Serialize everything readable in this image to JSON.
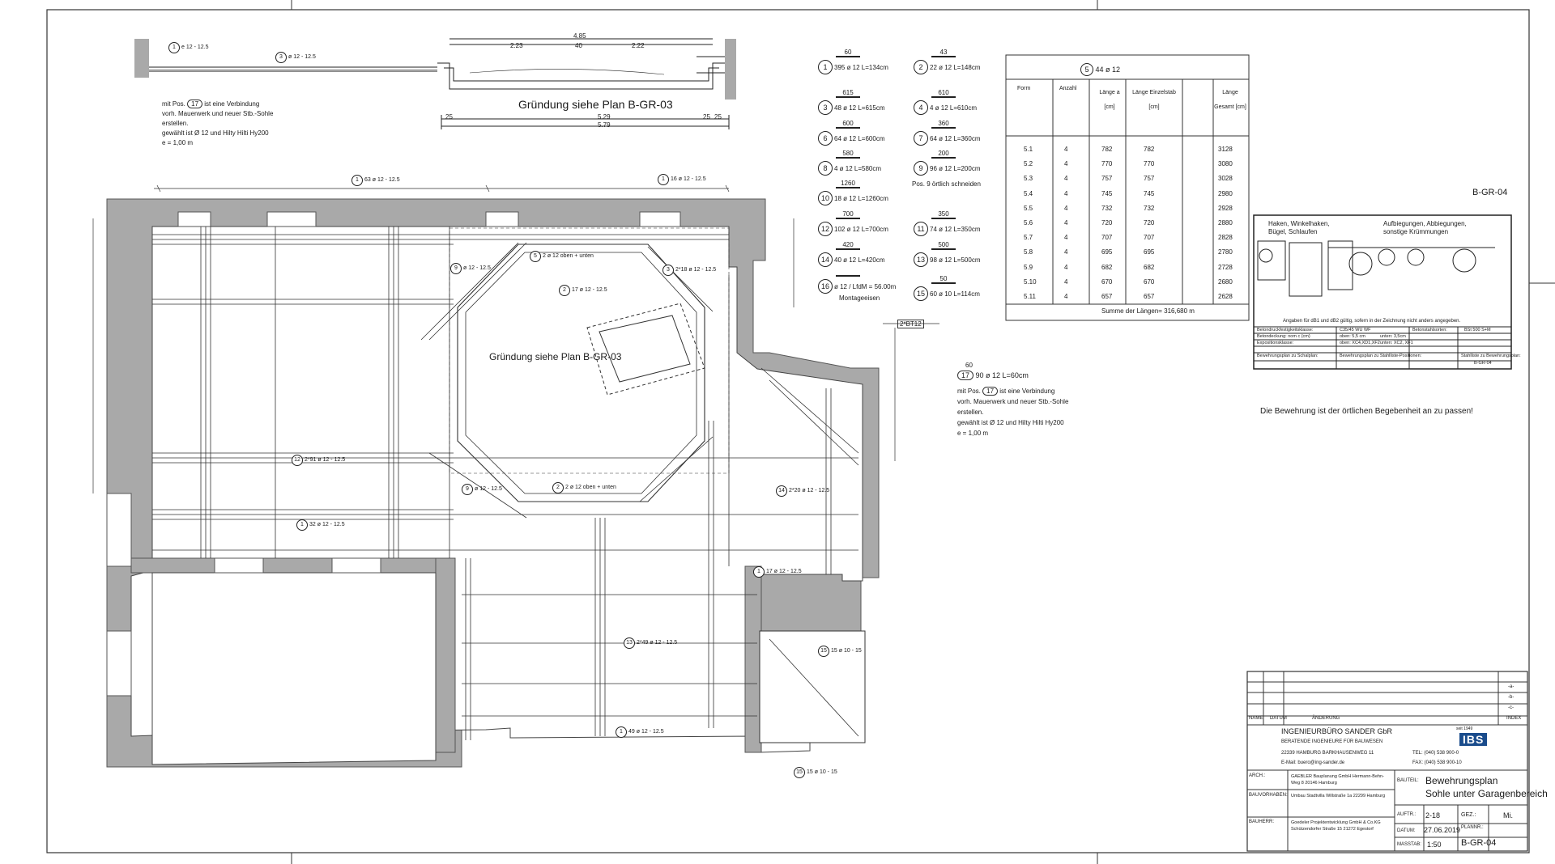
{
  "drawing": {
    "top_label": "Gründung siehe Plan B-GR-03",
    "center_label": "Gründung siehe Plan B-GR-03",
    "sheet_code": "B-GR-04",
    "notice": "Die Bewehrung ist der örtlichen Begebenheit an zu passen!"
  },
  "note_left": {
    "line1": "mit Pos.",
    "pos": "17",
    "line1b": "ist eine Verbindung",
    "line2": "vorh. Mauerwerk und neuer Stb.-Sohle",
    "line3": "erstellen.",
    "line4": "gewählt ist Ø 12  und Hilty Hilti Hy200",
    "line5": "e = 1,00 m"
  },
  "note_right": {
    "head_dim": "60",
    "pos": "17",
    "head": "90 ø 12 L=60cm",
    "line1": "mit Pos.",
    "line1b": "ist eine Verbindung",
    "line2": "vorh. Mauerwerk und neuer Stb.-Sohle",
    "line3": "erstellen.",
    "line4": "gewählt ist Ø 12  und Hilty Hilti Hy200",
    "line5": "e = 1,00 m"
  },
  "top_dims": {
    "d1": "4.85",
    "d2": "2.23",
    "d3": "40",
    "d4": "2.22",
    "d5": "5.29",
    "d6": "5.79",
    "d7": "25",
    "d8": "25",
    "d9": "25"
  },
  "positions": [
    {
      "dim": "60",
      "pos": "1",
      "text": "395 ø 12 L=134cm"
    },
    {
      "dim": "43",
      "pos": "2",
      "text": "22 ø 12 L=148cm"
    },
    {
      "dim": "615",
      "pos": "3",
      "text": "48 ø 12 L=615cm"
    },
    {
      "dim": "610",
      "pos": "4",
      "text": "4 ø 12 L=610cm"
    },
    {
      "dim": "600",
      "pos": "6",
      "text": "64 ø 12 L=600cm"
    },
    {
      "dim": "360",
      "pos": "7",
      "text": "64 ø 12 L=360cm"
    },
    {
      "dim": "580",
      "pos": "8",
      "text": "4 ø 12 L=580cm"
    },
    {
      "dim": "200",
      "pos": "9",
      "text": "96 ø 12 L=200cm"
    },
    {
      "dim": "1260",
      "pos": "10",
      "text": "18 ø 12 L=1260cm"
    },
    {
      "dim": "700",
      "pos": "12",
      "text": "102 ø 12 L=700cm"
    },
    {
      "dim": "350",
      "pos": "11",
      "text": "74 ø 12 L=350cm"
    },
    {
      "dim": "420",
      "pos": "14",
      "text": "40 ø 12 L=420cm"
    },
    {
      "dim": "500",
      "pos": "13",
      "text": "98 ø 12 L=500cm"
    },
    {
      "dim": "",
      "pos": "16",
      "text": "ø 12 / LfdM = 56.00m"
    },
    {
      "dim": "50",
      "pos": "15",
      "text": "60 ø 10 L=114cm"
    }
  ],
  "pos9_note": "Pos. 9 örtlich schneiden",
  "montage": "Montageeisen",
  "bt12": "2*BT12",
  "pos5_table": {
    "pos": "5",
    "header_text": "44 ø 12",
    "columns": [
      "Form",
      "Anzahl",
      "Länge a [cm]",
      "Länge Einzelstab [cm]",
      "Länge Gesamt [cm]"
    ],
    "rows": [
      [
        "5.1",
        "4",
        "782",
        "782",
        "3128"
      ],
      [
        "5.2",
        "4",
        "770",
        "770",
        "3080"
      ],
      [
        "5.3",
        "4",
        "757",
        "757",
        "3028"
      ],
      [
        "5.4",
        "4",
        "745",
        "745",
        "2980"
      ],
      [
        "5.5",
        "4",
        "732",
        "732",
        "2928"
      ],
      [
        "5.6",
        "4",
        "720",
        "720",
        "2880"
      ],
      [
        "5.7",
        "4",
        "707",
        "707",
        "2828"
      ],
      [
        "5.8",
        "4",
        "695",
        "695",
        "2780"
      ],
      [
        "5.9",
        "4",
        "682",
        "682",
        "2728"
      ],
      [
        "5.10",
        "4",
        "670",
        "670",
        "2680"
      ],
      [
        "5.11",
        "4",
        "657",
        "657",
        "2628"
      ]
    ],
    "sum": "Summe der Längen= 316,680 m"
  },
  "legend_box": {
    "title_left": "Haken, Winkelhaken, Bügel, Schlaufen",
    "title_right": "Aufbiegungen, Abbiegungen, sonstige Krümmungen",
    "note": "Angaben für dB1 und dB2 gültig, sofern in der Zeichnung nicht anders angegeben.",
    "r1": "Betondruckfestigkeitsklasse:",
    "r1v": "C35/45 WU  WF",
    "r1c": "Betonstahlsorten:",
    "r1d": "BSt 500 S+M",
    "r2": "Betondeckung: nom c (cm)",
    "r2v": "oben: 5,5 cm",
    "r2c": "unten: 3,5cm",
    "r3": "Expositionsklasse:",
    "r3v": "oben: XC4,XD1,XF2",
    "r3c": "unten: XC2, XF1",
    "r4": "Bewehrungsplan zu Schalplan:",
    "r4v": "Bewehrungsplan zu Stahlliste-Positionen:",
    "r4c": "Stahlliste zu Bewehrungsplan:",
    "r4d": "B-GR-04"
  },
  "title_block": {
    "change_cols": [
      "NAME",
      "DATUM",
      "ÄNDERUNG",
      "INDEX"
    ],
    "index_vals": [
      "-a-",
      "-b-",
      "-c-"
    ],
    "company": "INGENIEURBÜRO SANDER GbR",
    "subtitle": "BERATENDE INGENIEURE FÜR BAUWESEN",
    "address": "22339 HAMBURG BARKHAUSENWEG 11",
    "email": "E-Mail: buero@ing-sander.de",
    "tel": "TEL: (040) 538 900-0",
    "fax": "FAX: (040) 538 900-10",
    "logo": "IBS",
    "logo_small": "seit 1949",
    "arch_label": "ARCH.:",
    "arch": "GAEBLER Bauplanung GmbH  Hermann-Behn-Weg 8  20146 Hamburg",
    "bv_label": "BAUVORHABEN:",
    "bv": "Umbau Stadtvilla  Willstraße 1a  22299 Hamburg",
    "bh_label": "BAUHERR:",
    "bh": "Goedeler Projektentwicklung GmbH & Co.KG  Schützendorfer Straße 15  21272 Egestorf",
    "bauteil_label": "BAUTEIL:",
    "bauteil1": "Bewehrungsplan",
    "bauteil2": "Sohle unter Garagenbereich",
    "auftr_label": "AUFTR.:",
    "auftr": "2-18",
    "gez_label": "GEZ.:",
    "gez": "Mi.",
    "datum_label": "DATUM:",
    "datum": "27.06.2019",
    "plannr_label": "PLANNR.:",
    "plannr": "B-GR-04",
    "massstab_label": "MASSTAB:",
    "massstab": "1:50"
  },
  "plan_labels": [
    {
      "pos": "1",
      "t": "e 12 - 12.5"
    },
    {
      "pos": "3",
      "t": "ø 12 - 12.5"
    },
    {
      "pos": "1",
      "t": "63 ø 12 - 12.5"
    },
    {
      "pos": "12",
      "t": "2*91 ø 12 - 12.5"
    },
    {
      "pos": "1",
      "t": "32 ø 12 - 12.5"
    },
    {
      "pos": "13",
      "t": "2*49 ø 12 - 12.5"
    },
    {
      "pos": "1",
      "t": "49 ø 12 - 12.5"
    },
    {
      "pos": "15",
      "t": "15 ø 10 - 15"
    },
    {
      "pos": "15",
      "t": "15 ø 10 - 15"
    },
    {
      "pos": "14",
      "t": "2*20 ø 12 - 12.5"
    },
    {
      "pos": "5",
      "t": "2 ø 12 oben + unten"
    },
    {
      "pos": "2",
      "t": "17 ø 12 - 12.5"
    },
    {
      "pos": "9",
      "t": "ø 12 - 12.5"
    },
    {
      "pos": "3",
      "t": "2*18 ø 12 - 12.5"
    },
    {
      "pos": "1",
      "t": "16 ø 12 - 12.5"
    },
    {
      "pos": "1",
      "t": "17 ø 12 - 12.5"
    },
    {
      "pos": "9",
      "t": "ø 12 - 12.5"
    },
    {
      "pos": "2",
      "t": "2 ø 12 oben + unten"
    }
  ]
}
